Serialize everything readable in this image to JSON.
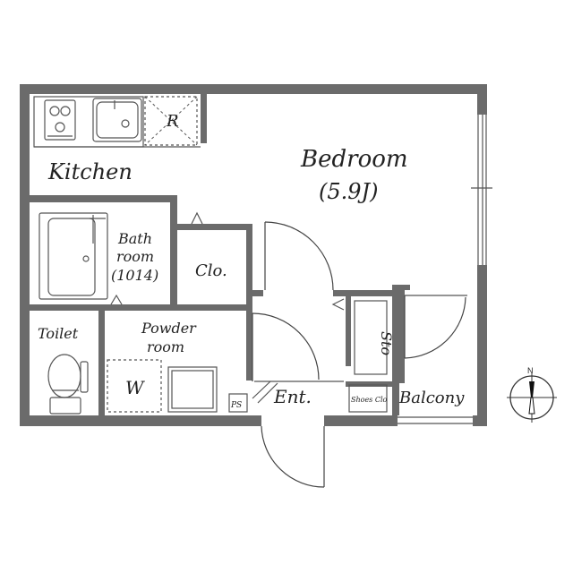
{
  "rooms": {
    "kitchen": "Kitchen",
    "bedroom": "Bedroom",
    "bedroom_size": "(5.9J)",
    "bath_line1": "Bath",
    "bath_line2": "room",
    "bath_line3": "(1014)",
    "closet": "Clo.",
    "toilet": "Toilet",
    "powder_line1": "Powder",
    "powder_line2": "room",
    "washer": "W",
    "pipe_space": "PS",
    "entrance": "Ent.",
    "shoes_closet": "Shoes Clo",
    "storage": "Sto",
    "balcony": "Balcony",
    "refrigerator": "R"
  },
  "compass": {
    "north_label": "N"
  },
  "colors": {
    "wall": "#6b6b6b",
    "line": "#555555"
  }
}
